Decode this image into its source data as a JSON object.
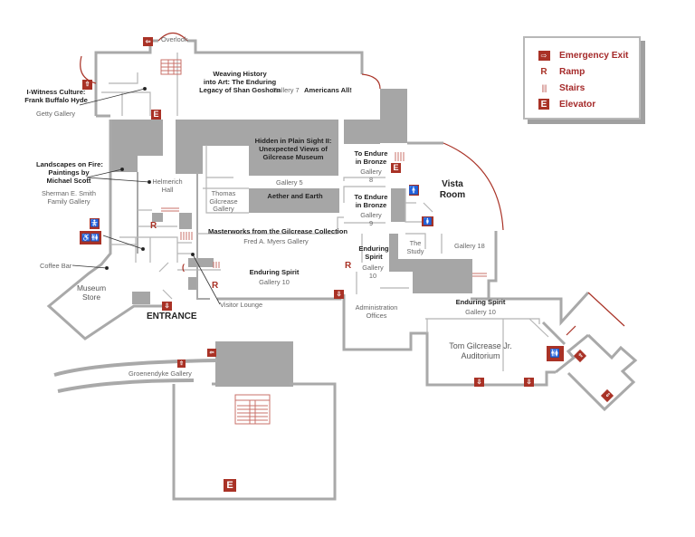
{
  "colors": {
    "accent_red": "#a93226",
    "wall_gray": "#a8a8a8",
    "block_gray": "#a5a5a5",
    "text_dark": "#222222",
    "text_gray": "#666666"
  },
  "legend": {
    "items": [
      {
        "icon": "emergency-exit-icon",
        "label": "Emergency Exit"
      },
      {
        "icon": "ramp-icon",
        "glyph": "R",
        "label": "Ramp"
      },
      {
        "icon": "stairs-icon",
        "glyph": "||||",
        "label": "Stairs"
      },
      {
        "icon": "elevator-icon",
        "glyph": "E",
        "label": "Elevator"
      }
    ]
  },
  "icons": {
    "ramp_glyph": "R",
    "elevator_glyph": "E"
  },
  "labels": {
    "overlook": "Overlook",
    "weaving": [
      "Weaving History",
      "into Art: The Enduring",
      "Legacy of Shan Goshorn"
    ],
    "gallery7": "Gallery 7",
    "americans_all": "Americans All!",
    "iwitness": [
      "I-Witness Culture:",
      "Frank Buffalo Hyde"
    ],
    "getty": "Getty Gallery",
    "landscapes": [
      "Landscapes on Fire:",
      "Paintings by",
      "Michael Scott"
    ],
    "sherman": [
      "Sherman E. Smith",
      "Family Gallery"
    ],
    "helmerich": [
      "Helmerich",
      "Hall"
    ],
    "hidden": [
      "Hidden in Plain Sight II:",
      "Unexpected Views of",
      "Gilcrease Museum"
    ],
    "gallery5": "Gallery 5",
    "thomas": [
      "Thomas",
      "Gilcrease",
      "Gallery"
    ],
    "aether": "Aether and Earth",
    "to_endure_8": [
      "To Endure",
      "in Bronze"
    ],
    "gallery8": [
      "Gallery",
      "8"
    ],
    "to_endure_9": [
      "To Endure",
      "in Bronze"
    ],
    "gallery9": [
      "Gallery",
      "9"
    ],
    "vista": [
      "Vista",
      "Room"
    ],
    "masterworks": "Masterworks from the Gilcrease Collection",
    "myers": "Fred A. Myers Gallery",
    "enduring_spirit_a": [
      "Enduring",
      "Spirit"
    ],
    "gallery10_a": [
      "Gallery",
      "10"
    ],
    "the_study": [
      "The",
      "Study"
    ],
    "gallery18": "Gallery 18",
    "enduring_spirit_b": "Enduring Spirit",
    "gallery10_b": "Gallery 10",
    "coffee_bar": "Coffee Bar",
    "museum_store": [
      "Museum",
      "Store"
    ],
    "entrance": "ENTRANCE",
    "visitor_lounge": "Visitor Lounge",
    "admin": [
      "Administration",
      "Offices"
    ],
    "enduring_spirit_c": "Enduring Spirit",
    "gallery10_c": "Gallery 10",
    "auditorium": [
      "Tom Gilcrease Jr.",
      "Auditorium"
    ],
    "groenendyke": "Groenendyke Gallery"
  }
}
